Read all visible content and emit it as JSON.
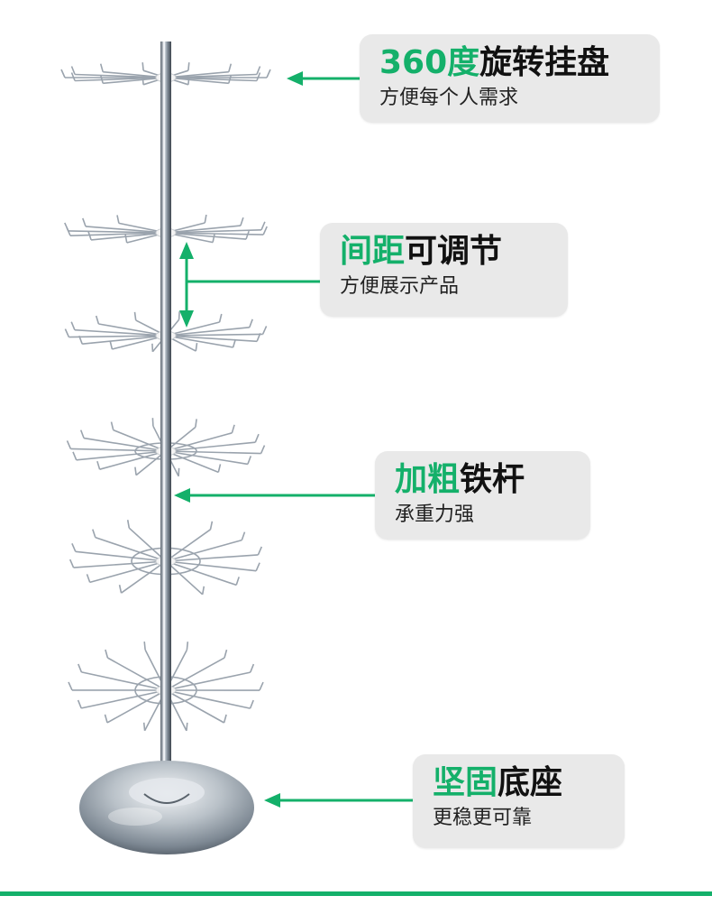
{
  "colors": {
    "accent": "#14b06a",
    "callout_bg": "#e9e9e9",
    "text_dark": "#111111",
    "rack_metal": "#9aa3ad"
  },
  "callouts": [
    {
      "highlight": "360度",
      "rest": "旋转挂盘",
      "sub": "方便每个人需求"
    },
    {
      "highlight": "间距",
      "rest": "可调节",
      "sub": "方便展示产品"
    },
    {
      "highlight": "加粗",
      "rest": "铁杆",
      "sub": "承重力强"
    },
    {
      "highlight": "坚固",
      "rest": "底座",
      "sub": "更稳更可靠"
    }
  ],
  "product": {
    "name": "rotating-hook-display-rack",
    "tier_count": 6
  }
}
